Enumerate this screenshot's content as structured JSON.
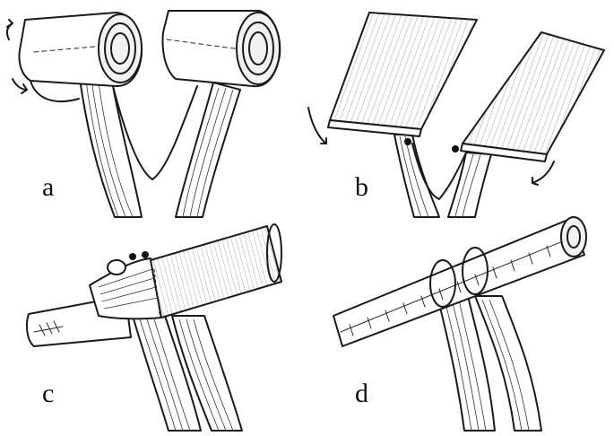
{
  "panels": [
    {
      "id": "a",
      "label": "a"
    },
    {
      "id": "b",
      "label": "b"
    },
    {
      "id": "c",
      "label": "c"
    },
    {
      "id": "d",
      "label": "d"
    }
  ]
}
